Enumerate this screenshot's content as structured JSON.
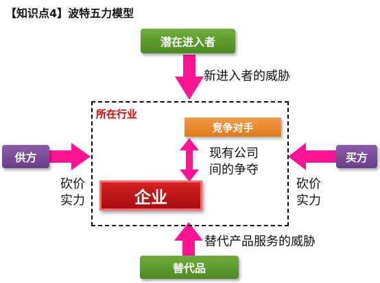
{
  "title": "【知识点4】波特五力模型",
  "nodes": {
    "new_entrants": "潜在进入者",
    "substitutes": "替代品",
    "suppliers": "供方",
    "buyers": "买方",
    "competitors": "竞争对手",
    "enterprise": "企业",
    "industry": "所在行业"
  },
  "labels": {
    "new_entrant_threat": "新进入者的威胁",
    "substitute_threat": "替代产品服务的威胁",
    "rivalry_line1": "现有公司",
    "rivalry_line2": "间的争夺",
    "supplier_power_line1": "砍价",
    "supplier_power_line2": "实力",
    "buyer_power_line1": "砍价",
    "buyer_power_line2": "实力"
  },
  "colors": {
    "arrow": "#ff1493",
    "green_box": "#5a9a2c",
    "purple_box": "#7b4b99",
    "orange_box": "#f08a2c",
    "red_box": "#c01414",
    "industry_label": "#e00000"
  }
}
